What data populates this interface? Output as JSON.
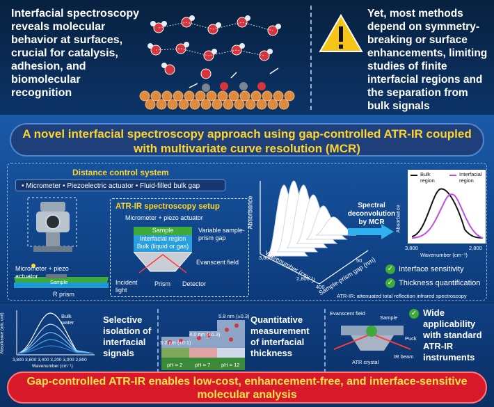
{
  "intro_text": "Interfacial spectroscopy reveals molecular behavior at surfaces, crucial for catalysis, adhesion, and biomolecular recognition",
  "warning_text": "Yet, most methods depend on symmetry-breaking or surface enhancements, limiting studies of finite interfacial regions and the separation from bulk signals",
  "banner_title": "A novel interfacial spectroscopy approach using gap-controlled ATR-IR coupled with multivariate curve resolution (MCR)",
  "distance_control": {
    "title": "Distance control system",
    "items": [
      "Micrometer",
      "Piezoelectric actuator",
      "Fluid-filled bulk gap"
    ]
  },
  "apparatus": {
    "micrometer_label": "Micrometer + piezo actuator",
    "sample_label": "Sample",
    "prism_label": "R prism"
  },
  "setup": {
    "title": "ATR-IR spectroscopy setup",
    "subtitle": "Micrometer + piezo actuator",
    "sample": "Sample",
    "interfacial": "Interfacial region",
    "bulk": "Bulk (liquid or gas)",
    "gap": "Variable sample-prism gap",
    "evanescent": "Evanscent field",
    "incident": "Incident light",
    "prism": "Prism",
    "detector": "Detector"
  },
  "plot3d": {
    "ylabel": "Absorbance",
    "xlabel": "Wavenumber (cm⁻¹)",
    "zlabel": "Sample-prism gap (nm)",
    "x_ticks": [
      "3,800",
      "2,800"
    ],
    "z_ticks": [
      "400",
      "50"
    ]
  },
  "deconv_label": "Spectral deconvolution by MCR",
  "mcr_plot": {
    "legend": [
      "Bulk region",
      "Interfacial region"
    ],
    "ylabel": "Absorbance",
    "xlabel": "Wavenumber (cm⁻¹)",
    "x_ticks": [
      "3,800",
      "2,800"
    ]
  },
  "checks": [
    "Interface sensitivity",
    "Thickness quantification"
  ],
  "footnote": "ATR-IR: attenuated total reflection infrared spectroscopy",
  "bottom": {
    "selective": "Selective isolation of interfacial signals",
    "small_plot": {
      "ylabel": "Absorbance (arb. unit)",
      "xlabel": "Wavenumber (cm⁻¹)",
      "legend": "Bulk water",
      "x_ticks": [
        "3,800",
        "3,600",
        "3,400",
        "3,200",
        "3,000",
        "2,800"
      ]
    },
    "thickness_labels": [
      "3.2 nm (±0.1)",
      "4.0 nm (±0.3)",
      "5.8 nm (±0.3)"
    ],
    "ph_labels": [
      "pH = 2",
      "pH = 7",
      "pH = 12"
    ],
    "quant": "Quantitative measurement of interfacial thickness",
    "crystal": {
      "evanescent": "Evanscent field",
      "sample": "Sample",
      "puck": "Puck",
      "ir": "IR beam",
      "crystal": "ATR crystal"
    },
    "wide": "Wide applicability with standard ATR-IR instruments"
  },
  "final_text": "Gap-controlled ATR-IR enables low-cost, enhancement-free, and interface-sensitive molecular analysis",
  "colors": {
    "accent": "#ffd52a",
    "warning": "#f6c417",
    "final": "#d8192a",
    "check": "#3daa3a"
  },
  "icons": [
    "warning-icon",
    "check-icon",
    "arrow-right-icon"
  ]
}
